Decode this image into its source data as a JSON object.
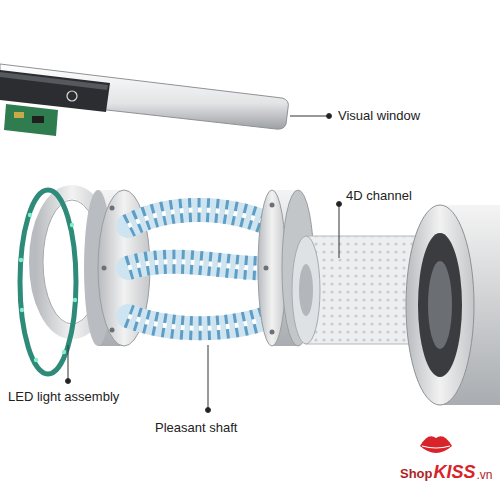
{
  "diagram": {
    "labels": [
      "Visual window",
      "4D channel",
      "LED light assembly",
      "Pleasant shaft",
      "Shop",
      "KISS",
      ".vn"
    ]
  }
}
